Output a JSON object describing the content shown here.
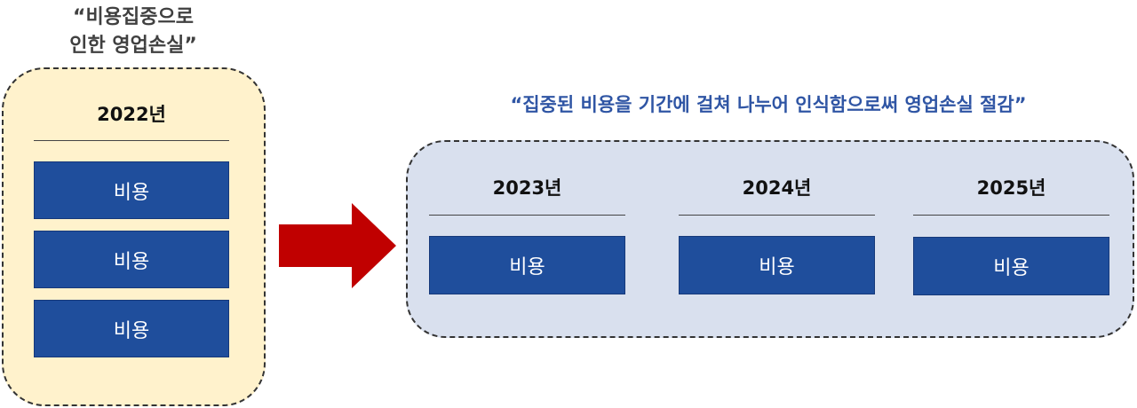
{
  "left": {
    "caption_line1": "“비용집중으로",
    "caption_line2": "인한 영업손실”",
    "year": "2022년",
    "costs": [
      "비용",
      "비용",
      "비용"
    ]
  },
  "right": {
    "caption": "“집중된 비용을 기간에 걸쳐 나누어 인식함으로써 영업손실 절감”",
    "years": [
      {
        "year": "2023년",
        "cost": "비용"
      },
      {
        "year": "2024년",
        "cost": "비용"
      },
      {
        "year": "2025년",
        "cost": "비용"
      }
    ]
  },
  "colors": {
    "left_panel_fill": "#FFF2CC",
    "right_panel_fill": "#D9E0EE",
    "cost_box_fill": "#1F4E9C",
    "arrow_fill": "#C00000",
    "right_caption_text": "#2F55A4"
  }
}
